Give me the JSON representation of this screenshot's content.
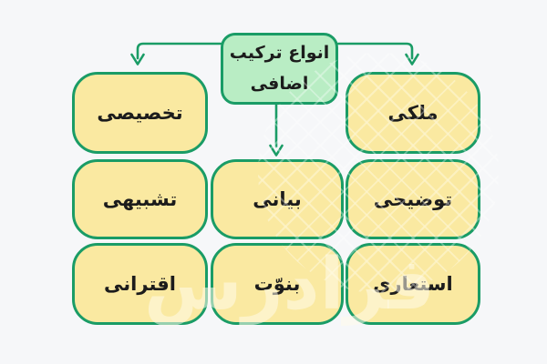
{
  "diagram": {
    "title": {
      "line1": "انواع ترکیب",
      "line2": "اضافی"
    },
    "nodes": [
      {
        "id": "takhsisi",
        "label": "تخصیصی"
      },
      {
        "id": "melki",
        "label": "ملکی"
      },
      {
        "id": "tashbihi",
        "label": "تشبیهی"
      },
      {
        "id": "bayani",
        "label": "بیانی"
      },
      {
        "id": "tozihi",
        "label": "توضیحی"
      },
      {
        "id": "eqterani",
        "label": "اقترانی"
      },
      {
        "id": "bonovvat",
        "label": "بنوّت"
      },
      {
        "id": "esteari",
        "label": "استعاری"
      }
    ],
    "watermark": "فرادرس",
    "colors": {
      "background": "#f6f7f9",
      "box_fill": "#fae9a1",
      "title_fill": "#b9edc4",
      "stroke": "#1a9c66",
      "text": "#1c1c1c"
    }
  }
}
